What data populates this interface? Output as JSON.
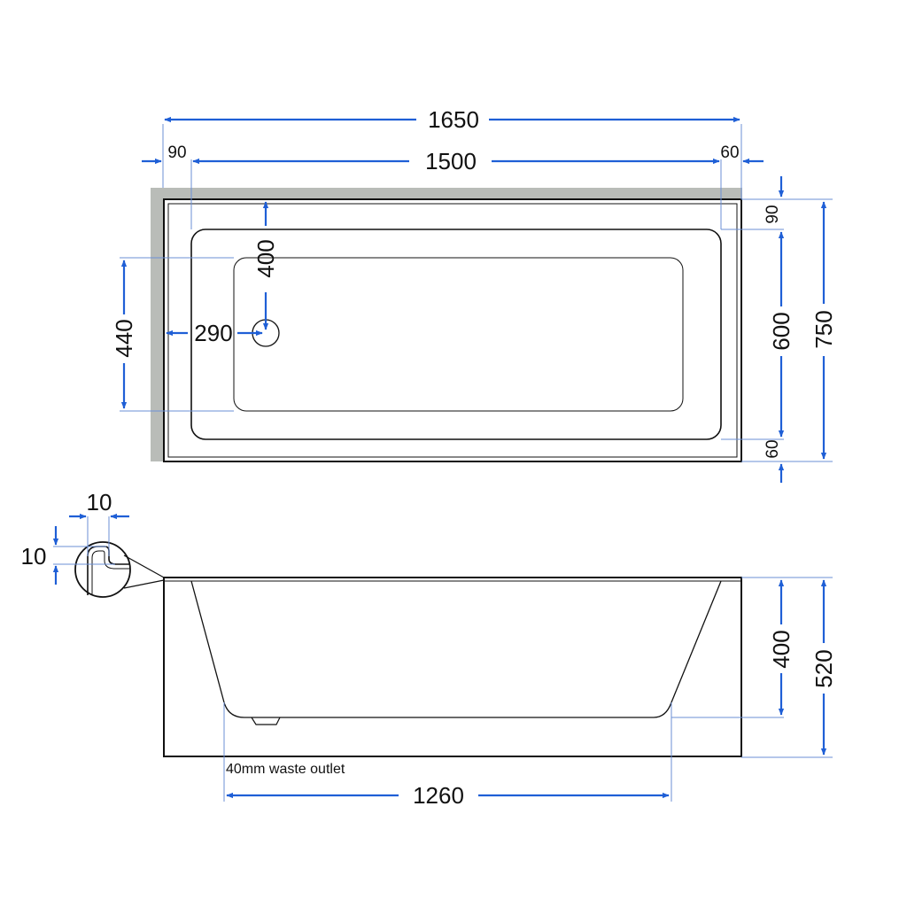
{
  "colors": {
    "dimension": "#1f5fd6",
    "outline": "#111111",
    "wall": "#b9bcb8",
    "leader": "#6b8fd6"
  },
  "plan_view": {
    "overall_length": "1650",
    "inner_length": "1500",
    "left_rim": "90",
    "right_rim": "60",
    "top_rim": "90",
    "bottom_rim": "60",
    "inner_width": "600",
    "overall_width": "750",
    "floor_width": "440",
    "waste_from_end": "290",
    "waste_from_rim": "400"
  },
  "side_view": {
    "detail_width": "10",
    "detail_height": "10",
    "depth": "400",
    "overall_height": "520",
    "floor_length": "1260",
    "waste_note": "40mm waste outlet"
  }
}
